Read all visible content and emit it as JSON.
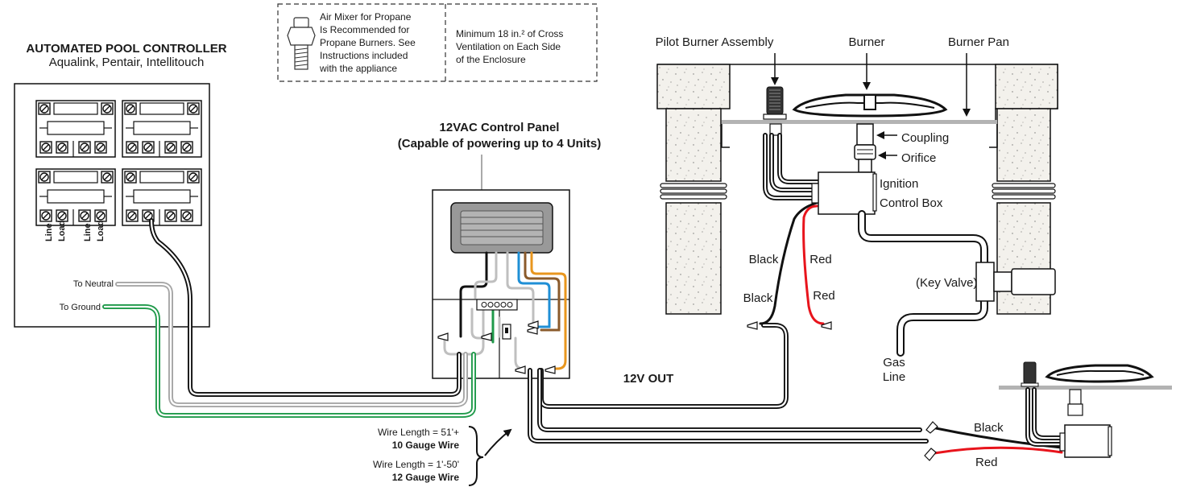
{
  "controller": {
    "title": "AUTOMATED POOL CONTROLLER",
    "subtitle": "Aqualink, Pentair, Intellitouch",
    "relay_labels": [
      "Line",
      "Load",
      "Line",
      "Load"
    ],
    "to_neutral": "To Neutral",
    "to_ground": "To Ground"
  },
  "notes": {
    "mixer_line1": "Air Mixer for Propane",
    "mixer_line2": "Is Recommended for",
    "mixer_line3": "Propane Burners. See",
    "mixer_line4": "Instructions included",
    "mixer_line5": "with the appliance",
    "vent_line1": "Minimum 18 in.² of Cross",
    "vent_line2": "Ventilation on Each Side",
    "vent_line3": "of the Enclosure"
  },
  "panel": {
    "title_line1": "12VAC Control Panel",
    "title_line2": "(Capable of powering up to 4 Units)",
    "out_label": "12V OUT"
  },
  "burner": {
    "pilot": "Pilot Burner Assembly",
    "burner": "Burner",
    "pan": "Burner Pan",
    "coupling": "Coupling",
    "orifice": "Orifice",
    "ignition1": "Ignition",
    "ignition2": "Control Box",
    "black_upper": "Black",
    "red_upper": "Red",
    "black_lower": "Black",
    "red_lower": "Red",
    "key_valve": "(Key Valve)",
    "gas1": "Gas",
    "gas2": "Line"
  },
  "unit2": {
    "black": "Black",
    "red": "Red"
  },
  "wire": {
    "long_length": "Wire Length = 51'+",
    "long_gauge": "10 Gauge Wire",
    "short_length": "Wire Length = 1'-50'",
    "short_gauge": "12 Gauge Wire"
  },
  "colors": {
    "wire_black": "#111111",
    "wire_red": "#e8141c",
    "wire_green": "#1f9a4a",
    "wire_gray": "#a6a6a6",
    "wire_blue": "#1f8fd6",
    "wire_orange": "#e8961e",
    "wire_brown": "#8a5a2b",
    "pan": "#b3b3b3",
    "stone": "#f1efe9"
  }
}
